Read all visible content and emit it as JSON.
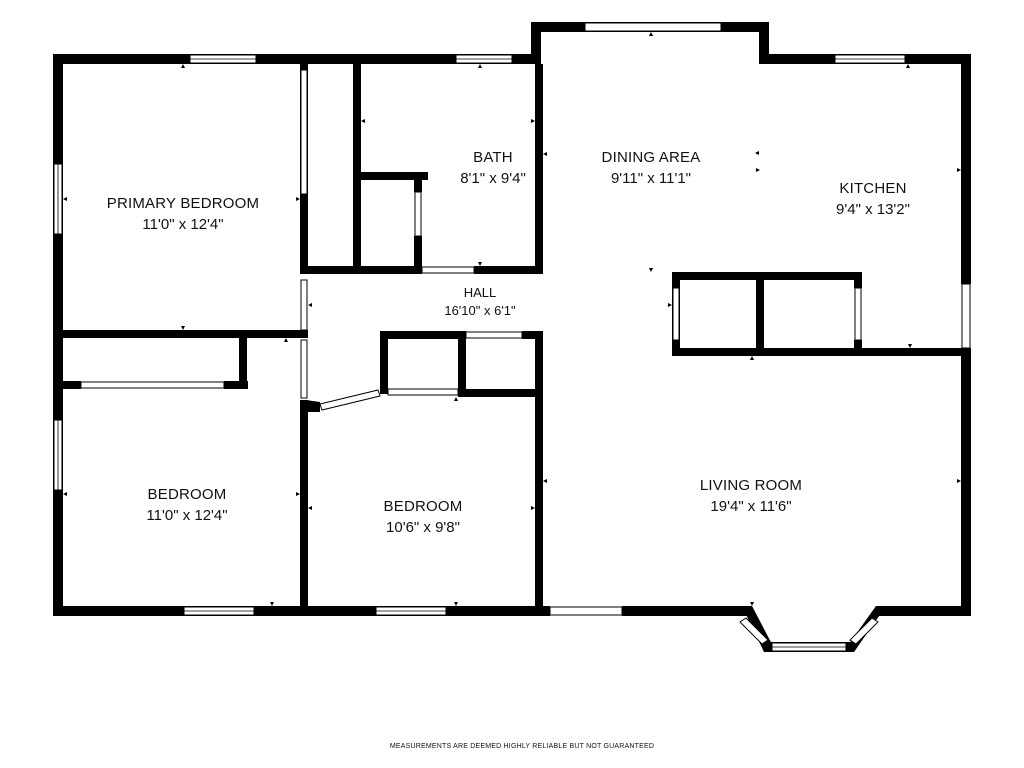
{
  "rooms": {
    "primary_bedroom": {
      "name": "PRIMARY BEDROOM",
      "dimensions": "11'0\" x 12'4\""
    },
    "bath": {
      "name": "BATH",
      "dimensions": "8'1\" x 9'4\""
    },
    "dining_area": {
      "name": "DINING AREA",
      "dimensions": "9'11\" x 11'1\""
    },
    "kitchen": {
      "name": "KITCHEN",
      "dimensions": "9'4\" x 13'2\""
    },
    "hall": {
      "name": "HALL",
      "dimensions": "16'10\" x 6'1\""
    },
    "bedroom_left": {
      "name": "BEDROOM",
      "dimensions": "11'0\" x 12'4\""
    },
    "bedroom_center": {
      "name": "BEDROOM",
      "dimensions": "10'6\" x 9'8\""
    },
    "living_room": {
      "name": "LIVING ROOM",
      "dimensions": "19'4\" x 11'6\""
    }
  },
  "disclaimer": "MEASUREMENTS ARE DEEMED HIGHLY RELIABLE BUT NOT GUARANTEED",
  "colors": {
    "wall": "#000000",
    "background": "#ffffff",
    "window": "#ffffff"
  }
}
